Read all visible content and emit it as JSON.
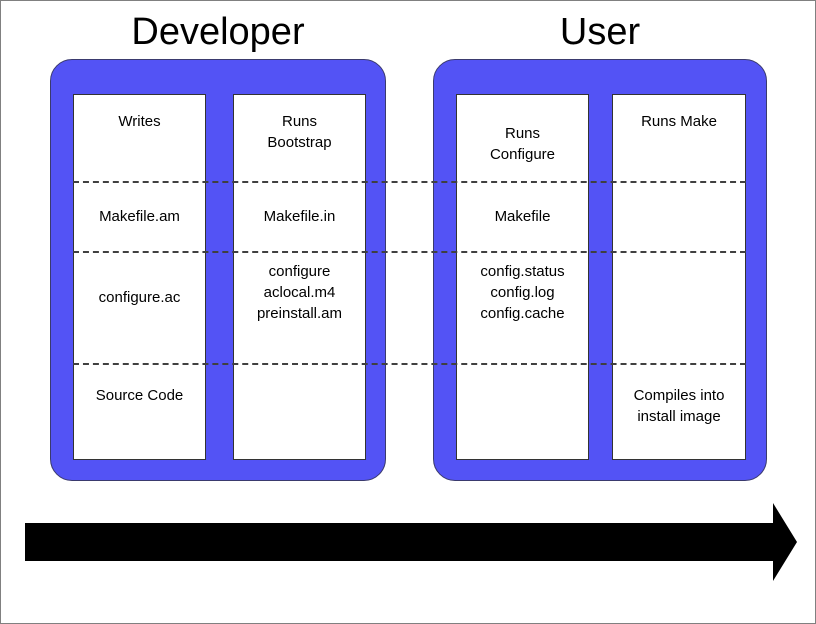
{
  "diagram": {
    "title_developer": "Developer",
    "title_user": "User",
    "accent_blue": "#5353F5",
    "arrow_color": "#000000",
    "background": "#FFFFFF",
    "divider_style": "dashed",
    "arrow_label": "flow-arrow-left-to-right"
  },
  "panels": [
    {
      "id": "developer",
      "title": "Developer",
      "columns": [
        {
          "id": "writes",
          "cells": {
            "row1": "Writes",
            "row2": "Makefile.am",
            "row3": "configure.ac",
            "row4": "Source Code"
          }
        },
        {
          "id": "bootstrap",
          "cells": {
            "row1": "Runs\nBootstrap",
            "row2": "Makefile.in",
            "row3": "configure\naclocal.m4\npreinstall.am",
            "row4": ""
          }
        }
      ]
    },
    {
      "id": "user",
      "title": "User",
      "columns": [
        {
          "id": "configure",
          "cells": {
            "row1": "Runs\nConfigure",
            "row2": "Makefile",
            "row3": "config.status\nconfig.log\nconfig.cache",
            "row4": ""
          }
        },
        {
          "id": "make",
          "cells": {
            "row1": "Runs Make",
            "row2": "",
            "row3": "",
            "row4": "Compiles into\ninstall image"
          }
        }
      ]
    }
  ]
}
